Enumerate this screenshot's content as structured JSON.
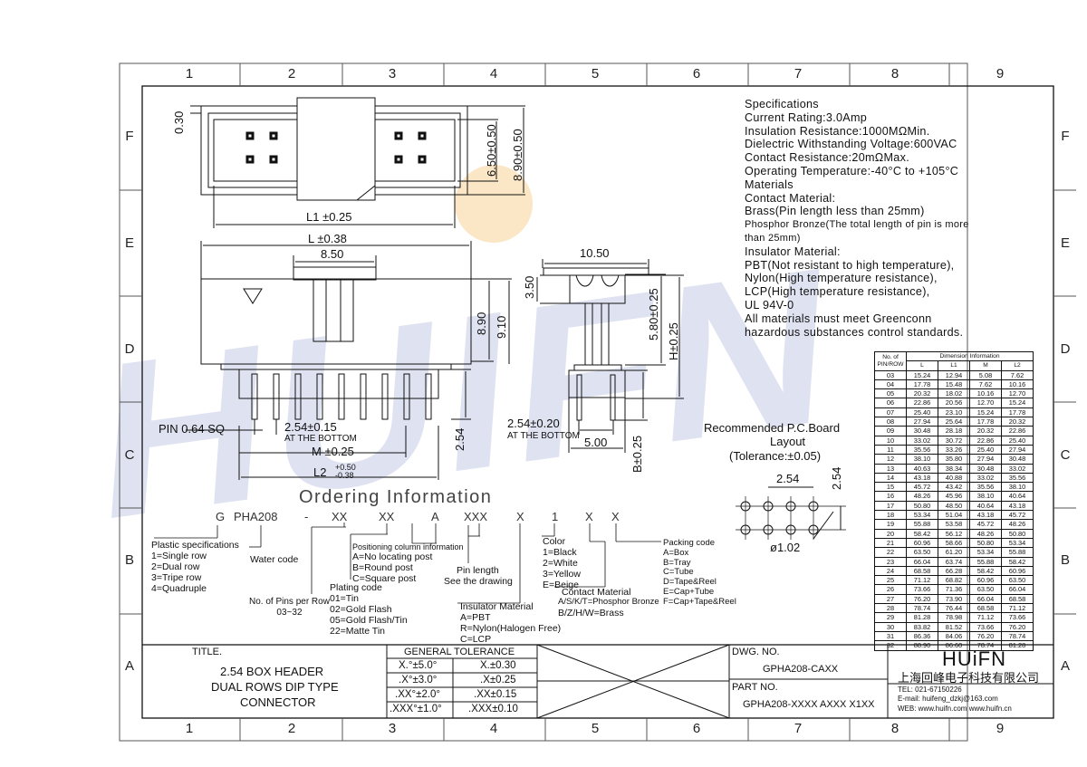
{
  "grid": {
    "cols": [
      "1",
      "2",
      "3",
      "4",
      "5",
      "6",
      "7",
      "8",
      "9"
    ],
    "rows": [
      "F",
      "E",
      "D",
      "C",
      "B",
      "A"
    ]
  },
  "watermark": "HUIFN",
  "drawing": {
    "top_view": {
      "d030": "0.30",
      "d650": "6.50±0.50",
      "d890": "8.90±0.50",
      "l1": "L1 ±0.25"
    },
    "front_view": {
      "l": "L ±0.38",
      "d850": "8.50",
      "d890": "8.90",
      "d910": "9.10",
      "pin": "PIN 0.64 SQ",
      "pitch": "2.54±0.15",
      "pitch_note": "AT THE BOTTOM",
      "m": "M ±0.25",
      "l2": "L2",
      "l2_plus": "+0.50",
      "l2_minus": "-0.38",
      "d254": "2.54"
    },
    "side_view": {
      "d1050": "10.50",
      "d350": "3.50",
      "d580": "5.80±0.25",
      "h": "H±0.25",
      "pitch": "2.54±0.20",
      "pitch_note": "AT THE BOTTOM",
      "d500": "5.00",
      "b": "B±0.25"
    },
    "pcb": {
      "title": "Recommended P.C.Board",
      "subtitle": "Layout",
      "tolerance": "(Tolerance:±0.05)",
      "d254h": "2.54",
      "d254v": "2.54",
      "hole": "ø1.02"
    }
  },
  "specifications": {
    "lines": [
      "Specifications",
      "Current Rating:3.0Amp",
      "Insulation Resistance:1000MΩMin.",
      "Dielectric Withstanding Voltage:600VAC",
      "Contact Resistance:20mΩMax.",
      "Operating Temperature:-40°C to +105°C",
      "Materials",
      "Contact Material:",
      "Brass(Pin length less than 25mm)"
    ],
    "phosphor_1": "Phosphor Bronze(The total length of pin is more",
    "phosphor_2": "than 25mm)",
    "lines2": [
      "Insulator Material:",
      "PBT(Not resistant to high temperature),",
      "Nylon(High temperature resistance),",
      "LCP(High temperature resistance),",
      "UL 94V-0",
      "All materials must meet Greenconn",
      "hazardous substances control standards."
    ]
  },
  "ordering": {
    "title": "Ordering Information",
    "code": [
      "G",
      "PHA208",
      "-",
      "XX",
      "XX",
      "A",
      "XXX",
      "X",
      "1",
      "X",
      "X"
    ],
    "plastic": [
      "Plastic specifications",
      "1=Single row",
      "2=Dual row",
      "3=Tripe row",
      "4=Quadruple"
    ],
    "water": "Water code",
    "pins": [
      "No. of Pins per Row",
      "03~32"
    ],
    "plating": [
      "Plating code",
      "01=Tin",
      "02=Gold Flash",
      "05=Gold Flash/Tin",
      "22=Matte Tin"
    ],
    "positioning": [
      "Positioning column information",
      "A=No locating post",
      "B=Round post",
      "C=Square post"
    ],
    "pin_length": [
      "Pin length",
      "See the drawing"
    ],
    "insulator": [
      "Insulator Material",
      "A=PBT",
      "R=Nylon(Halogen Free)",
      "C=LCP"
    ],
    "color": [
      "Color",
      "1=Black",
      "2=White",
      "3=Yellow",
      "E=Beige"
    ],
    "contact": [
      "Contact Material",
      "A/S/K/T=Phosphor Bronze",
      "B/Z/H/W=Brass"
    ],
    "packing": [
      "Packing code",
      "A=Box",
      "B=Tray",
      "C=Tube",
      "D=Tape&Reel",
      "E=Cap+Tube",
      "F=Cap+Tape&Reel"
    ]
  },
  "dimension_table": {
    "header_left_1": "No. of",
    "header_left_2": "PIN/ROW",
    "header_group": "Dimension Information",
    "columns": [
      "L",
      "L1",
      "M",
      "L2"
    ],
    "rows": [
      [
        "03",
        "15.24",
        "12.94",
        "5.08",
        "7.62"
      ],
      [
        "04",
        "17.78",
        "15.48",
        "7.62",
        "10.16"
      ],
      [
        "05",
        "20.32",
        "18.02",
        "10.16",
        "12.70"
      ],
      [
        "06",
        "22.86",
        "20.56",
        "12.70",
        "15.24"
      ],
      [
        "07",
        "25.40",
        "23.10",
        "15.24",
        "17.78"
      ],
      [
        "08",
        "27.94",
        "25.64",
        "17.78",
        "20.32"
      ],
      [
        "09",
        "30.48",
        "28.18",
        "20.32",
        "22.86"
      ],
      [
        "10",
        "33.02",
        "30.72",
        "22.86",
        "25.40"
      ],
      [
        "11",
        "35.56",
        "33.26",
        "25.40",
        "27.94"
      ],
      [
        "12",
        "38.10",
        "35.80",
        "27.94",
        "30.48"
      ],
      [
        "13",
        "40.63",
        "38.34",
        "30.48",
        "33.02"
      ],
      [
        "14",
        "43.18",
        "40.88",
        "33.02",
        "35.56"
      ],
      [
        "15",
        "45.72",
        "43.42",
        "35.56",
        "38.10"
      ],
      [
        "16",
        "48.26",
        "45.96",
        "38.10",
        "40.64"
      ],
      [
        "17",
        "50.80",
        "48.50",
        "40.64",
        "43.18"
      ],
      [
        "18",
        "53.34",
        "51.04",
        "43.18",
        "45.72"
      ],
      [
        "19",
        "55.88",
        "53.58",
        "45.72",
        "48.26"
      ],
      [
        "20",
        "58.42",
        "56.12",
        "48.26",
        "50.80"
      ],
      [
        "21",
        "60.96",
        "58.66",
        "50.80",
        "53.34"
      ],
      [
        "22",
        "63.50",
        "61.20",
        "53.34",
        "55.88"
      ],
      [
        "23",
        "66.04",
        "63.74",
        "55.88",
        "58.42"
      ],
      [
        "24",
        "68.58",
        "66.28",
        "58.42",
        "60.96"
      ],
      [
        "25",
        "71.12",
        "68.82",
        "60.96",
        "63.50"
      ],
      [
        "26",
        "73.66",
        "71.36",
        "63.50",
        "66.04"
      ],
      [
        "27",
        "76.20",
        "73.90",
        "66.04",
        "68.58"
      ],
      [
        "28",
        "78.74",
        "76.44",
        "68.58",
        "71.12"
      ],
      [
        "29",
        "81.28",
        "78.98",
        "71.12",
        "73.66"
      ],
      [
        "30",
        "83.82",
        "81.52",
        "73.66",
        "76.20"
      ],
      [
        "31",
        "86.36",
        "84.06",
        "76.20",
        "78.74"
      ],
      [
        "32",
        "88.90",
        "86.60",
        "78.74",
        "81.28"
      ]
    ]
  },
  "title_block": {
    "title_label": "TITLE.",
    "title_lines": [
      "2.54 BOX HEADER",
      "DUAL ROWS DIP TYPE",
      "CONNECTOR"
    ],
    "tolerance_header": "GENERAL TOLERANCE",
    "tolerances": [
      [
        "X.°±5.0°",
        "X.±0.30"
      ],
      [
        ".X°±3.0°",
        ".X±0.25"
      ],
      [
        ".XX°±2.0°",
        ".XX±0.15"
      ],
      [
        ".XXX°±1.0°",
        ".XXX±0.10"
      ]
    ],
    "dwg_label": "DWG. NO.",
    "dwg_no": "GPHA208-CAXX",
    "part_label": "PART NO.",
    "part_no": "GPHA208-XXXX AXXX X1XX",
    "brand": "HUiFN",
    "company": "上海回峰电子科技有限公司",
    "tel": "TEL: 021-67150226",
    "email": "E-mail: huifeng_dzkj@163.com",
    "web": "WEB: www.huifn.com  www.huifn.cn"
  },
  "colors": {
    "ink": "#111111",
    "watermark": "#dfe3f1",
    "accent_dot": "#fbe6c6"
  }
}
